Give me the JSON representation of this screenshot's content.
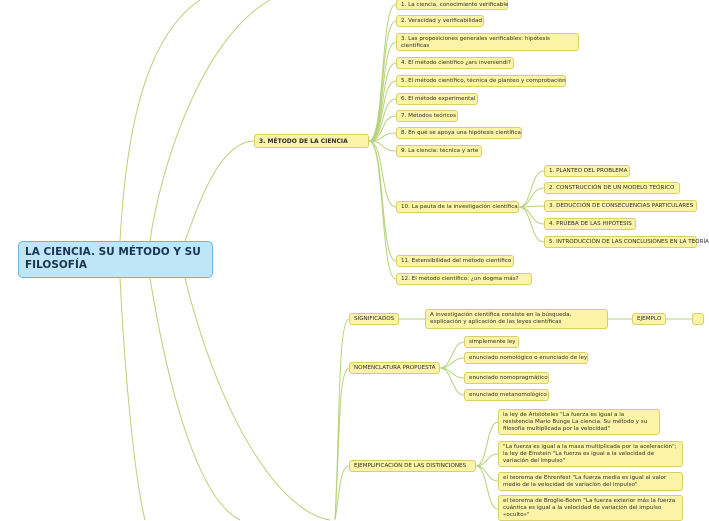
{
  "root": {
    "title": "LA CIENCIA. SU MÉTODO Y SU FILOSOFÍA"
  },
  "top_left": {
    "label": "1. La ciencia, conocimiento verificable"
  },
  "metodo": {
    "label": "3. MÉTODO DE LA CIENCIA",
    "items": [
      "1. La ciencia, conocimiento verificable",
      "2. Veracidad y verificabilidad",
      "3. Las proposiciones generales verificables: hipótesis científicas",
      "4. El método científico ¿ars inveniendi?",
      "5. El método científico, técnica de planteo y comprobación",
      "6. El método experimental",
      "7. Métodos teóricos",
      "8. En qué se apoya una hipótesis científica",
      "9. La ciencia: técnica y arte",
      "10. La pauta de la investigación científica",
      "11. Estensibilidad del método científico",
      "12. El método científico: ¿un dogma más?"
    ],
    "pauta": [
      "1. PLANTEO DEL PROBLEMA",
      "2. CONSTRUCCIÓN DE UN MODELO TEÓRICO",
      "3. DEDUCCIÓN DE CONSECUENCIAS PARTICULARES",
      "4. PRUEBA DE LAS HIPÓTESIS",
      "5. INTRODUCCIÓN DE LAS CONCLUSIONES EN LA TEORÍA"
    ]
  },
  "leyes": {
    "significados": {
      "label": "SIGNIFICADOS",
      "text": "A investigación científica consiste en la búsqueda, explicación y aplicación de las leyes científicas",
      "ejemplo": "EJEMPLO"
    },
    "nomenclatura": {
      "label": "NOMENCLATURA PROPUESTA",
      "items": [
        "simplemente ley",
        "enunciado nomológico o enunciado de ley",
        "enunciado nomopragmático",
        "enunciado metanomológico"
      ]
    },
    "ejemplificacion": {
      "label": "EJEMPLIFICACIÓN DE LAS DISTINCIONES",
      "items": [
        "la ley de Aristóteles \"La fuerza es igual a la resistencia Mario Bunge La ciencia. Su método y su filosofía multiplicada por la velocidad\"",
        "\"La fuerza es igual a la masa multiplicada por la aceleración\"; la ley de Einstein \"La fuerza es igual a la velocidad de variación del impulso\"",
        "el teorema de Ehrenfest \"La fuerza media es igual al valor medio de la velocidad de variación del impulso\"",
        "el teorema de Broglie-Bohm \"La fuerza exterior más la fuerza cuántica es igual a la velocidad de variación del impulso «oculto»\""
      ]
    }
  },
  "colors": {
    "line": "#b5d27a",
    "node_fill": "#fbf3a6",
    "node_border": "#d9cf6a",
    "root_fill": "#bfe6f7",
    "root_border": "#6cb6d9"
  }
}
